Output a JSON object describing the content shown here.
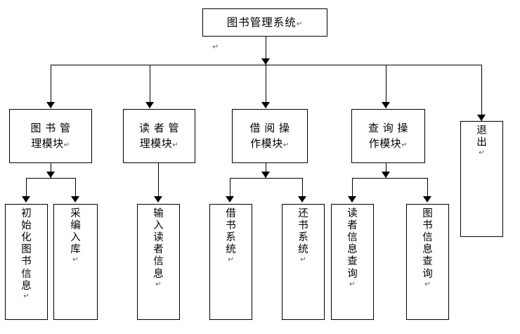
{
  "diagram": {
    "title_box": {
      "text": "图书管理系统",
      "pilcrow": "↵"
    },
    "stray_pilcrow": "↵",
    "modules": [
      {
        "name": "book-management-module",
        "text": "图 书 管\n理模块",
        "pilcrow": "↵"
      },
      {
        "name": "reader-management-module",
        "text": "读 者 管\n理模块",
        "pilcrow": "↵"
      },
      {
        "name": "borrow-operation-module",
        "text": "借 阅 操\n作模块",
        "pilcrow": "↵"
      },
      {
        "name": "query-operation-module",
        "text": "查 询 操\n作模块",
        "pilcrow": "↵"
      },
      {
        "name": "exit-module",
        "text": "退出",
        "pilcrow": "↵"
      }
    ],
    "leaves": [
      {
        "name": "init-book-info",
        "text": "初始化图书信息",
        "pilcrow": "↵",
        "parent": "book-management-module"
      },
      {
        "name": "acquisition-cataloging",
        "text": "采编入库",
        "pilcrow": "↵",
        "parent": "book-management-module"
      },
      {
        "name": "input-reader-info",
        "text": "输入读者信息",
        "pilcrow": "↵",
        "parent": "reader-management-module"
      },
      {
        "name": "borrow-book-system",
        "text": "借书系统",
        "pilcrow": "↵",
        "parent": "borrow-operation-module"
      },
      {
        "name": "return-book-system",
        "text": "还书系统",
        "pilcrow": "↵",
        "parent": "borrow-operation-module"
      },
      {
        "name": "reader-info-query",
        "text": "读者信息查询",
        "pilcrow": "↵",
        "parent": "query-operation-module"
      },
      {
        "name": "book-info-query",
        "text": "图书信息查询",
        "pilcrow": "↵",
        "parent": "query-operation-module"
      }
    ],
    "colors": {
      "line": "#000000",
      "box_border": "#000000",
      "background": "#ffffff",
      "pilcrow": "#555555"
    }
  }
}
